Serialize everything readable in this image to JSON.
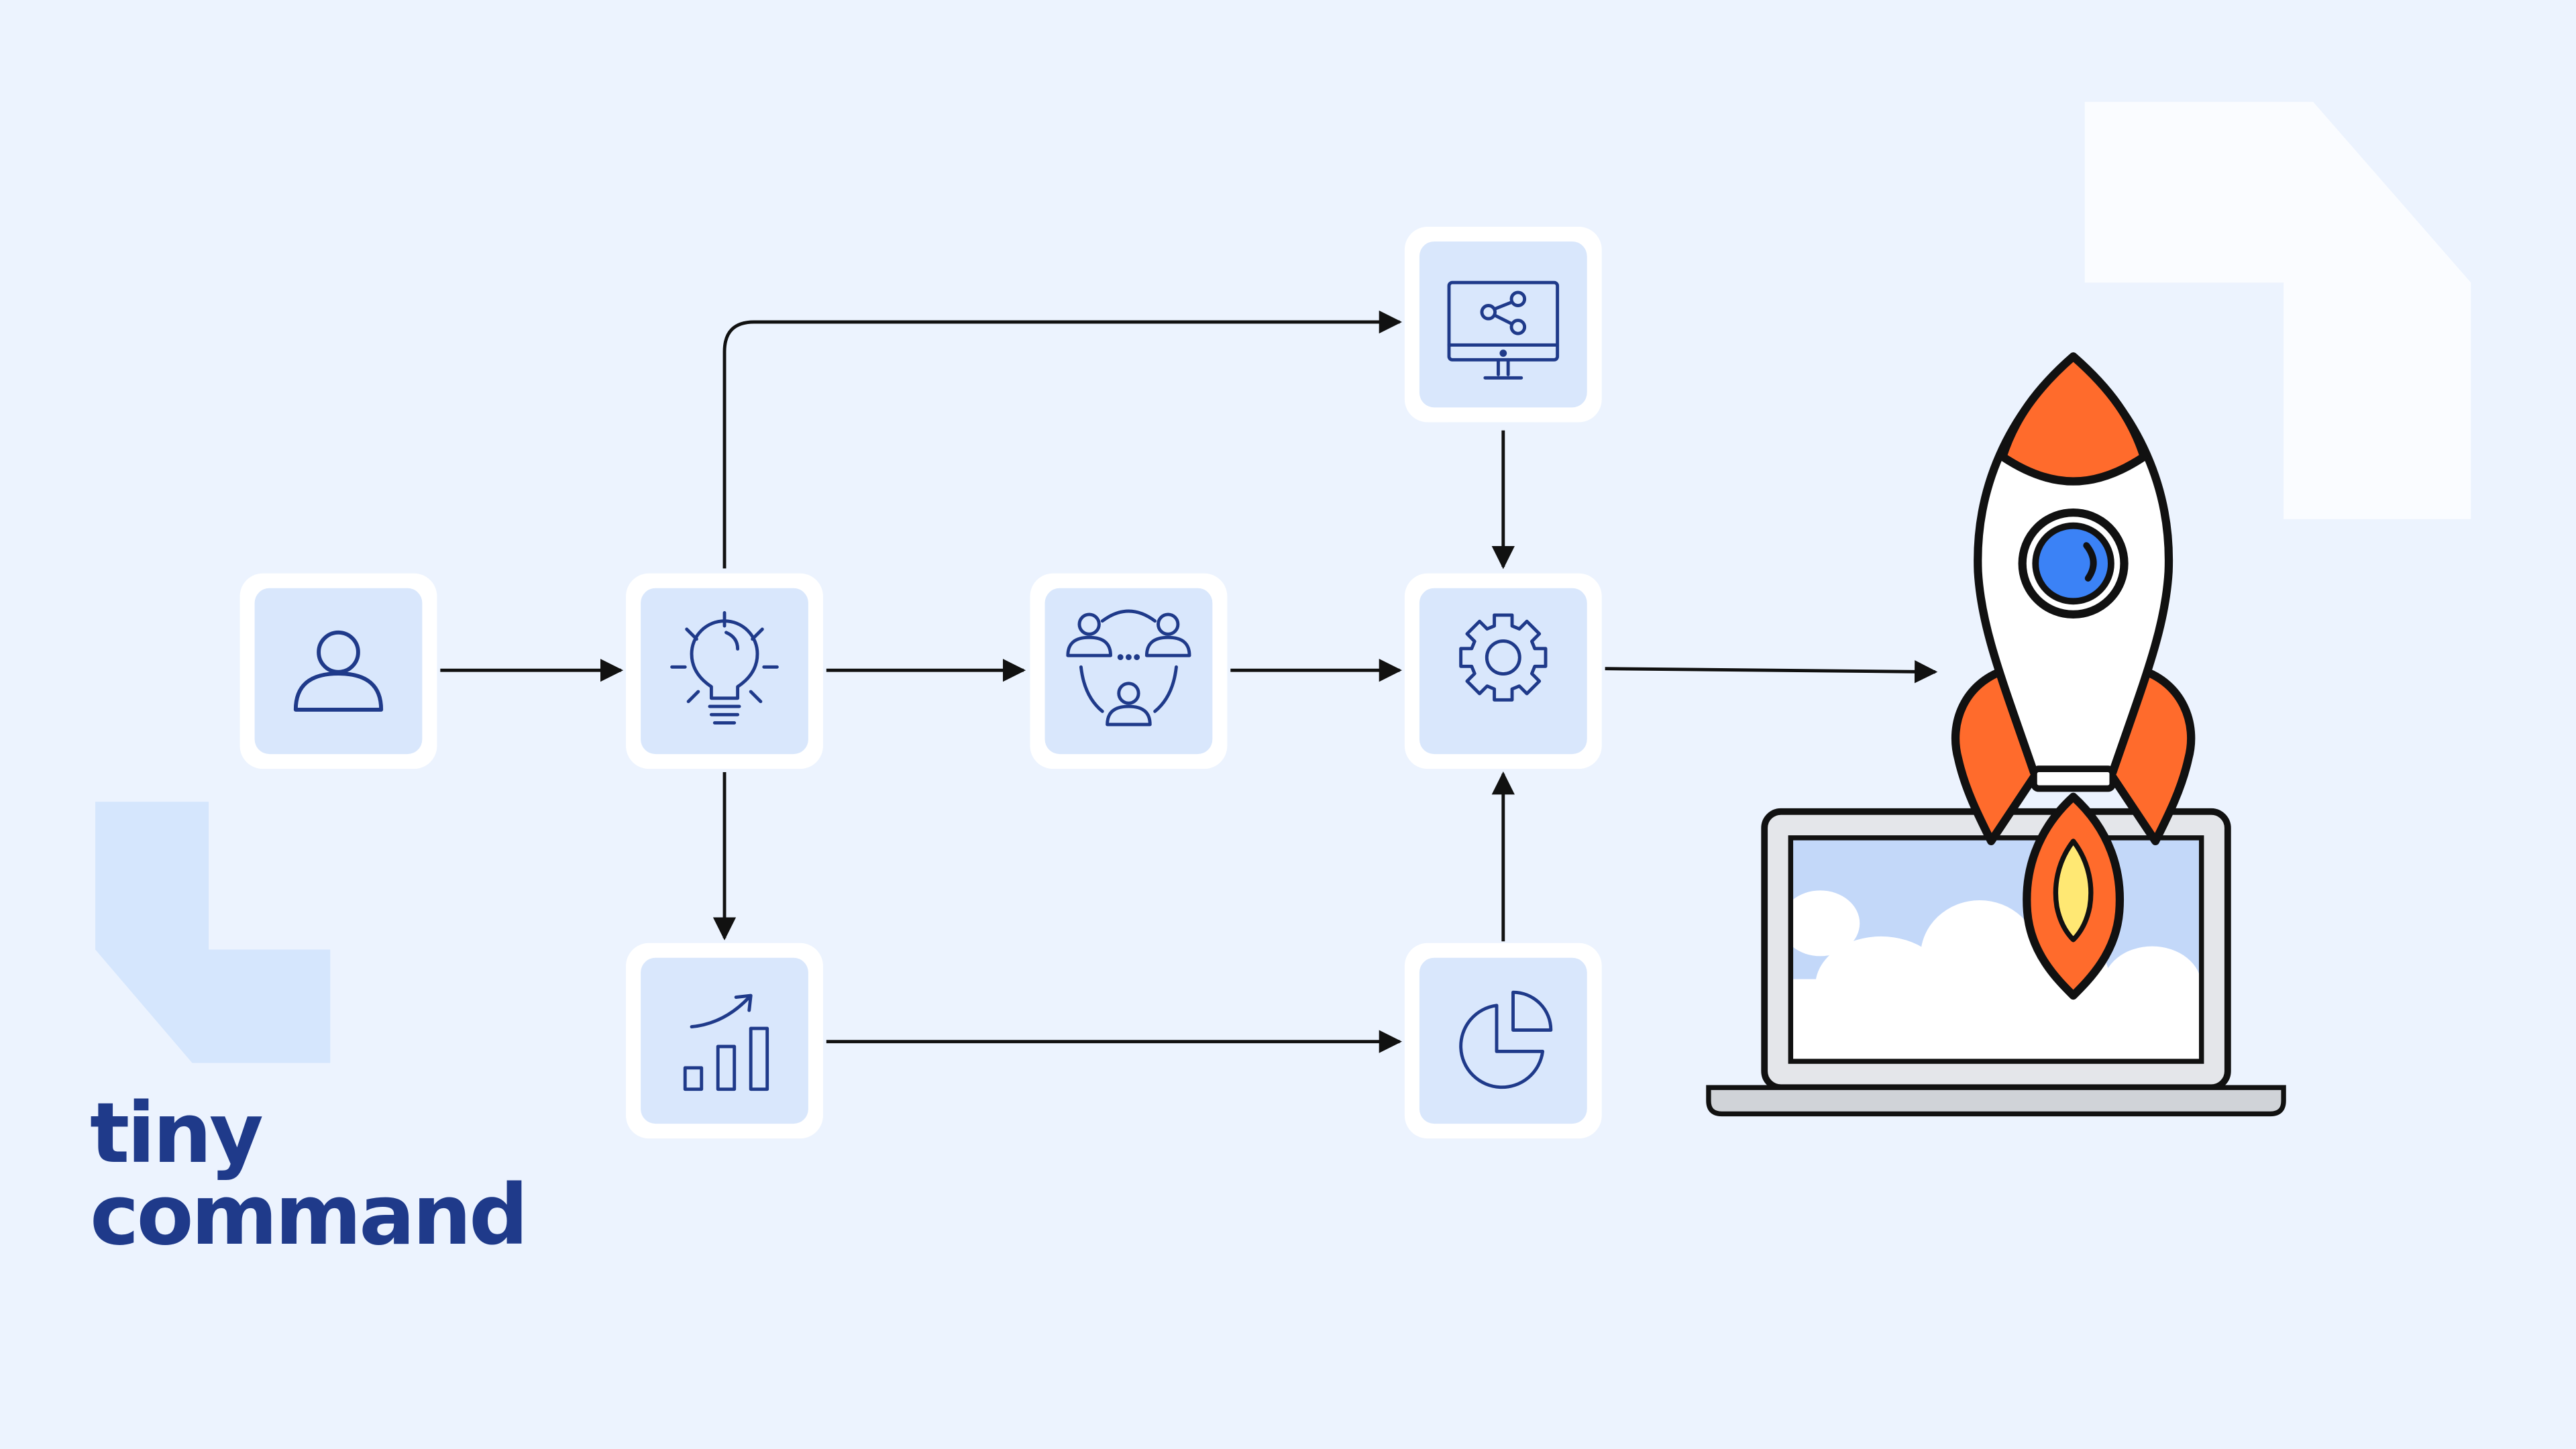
{
  "brand": {
    "line1": "tiny",
    "line2": "command"
  },
  "colors": {
    "background": "#ecf3fe",
    "node_fill": "#d9e7fc",
    "node_border": "#ffffff",
    "icon_stroke": "#1f3a8a",
    "arrow": "#111111",
    "brand": "#1f3a8a",
    "rocket_orange": "#ff6b2c",
    "rocket_window": "#3b82f6",
    "flame_yellow": "#ffe873"
  },
  "nodes": [
    {
      "id": "user",
      "icon": "user-icon"
    },
    {
      "id": "idea",
      "icon": "lightbulb-icon"
    },
    {
      "id": "collaboration",
      "icon": "team-network-icon"
    },
    {
      "id": "settings",
      "icon": "gear-icon"
    },
    {
      "id": "share",
      "icon": "monitor-share-icon"
    },
    {
      "id": "growth",
      "icon": "growth-chart-icon"
    },
    {
      "id": "analytics",
      "icon": "pie-chart-icon"
    }
  ],
  "edges": [
    {
      "from": "user",
      "to": "idea"
    },
    {
      "from": "idea",
      "to": "collaboration"
    },
    {
      "from": "collaboration",
      "to": "settings"
    },
    {
      "from": "idea",
      "to": "share"
    },
    {
      "from": "idea",
      "to": "growth"
    },
    {
      "from": "share",
      "to": "settings"
    },
    {
      "from": "growth",
      "to": "analytics"
    },
    {
      "from": "analytics",
      "to": "settings"
    },
    {
      "from": "settings",
      "to": "launch"
    }
  ],
  "illustration": {
    "name": "rocket-launch",
    "parts": [
      "rocket-icon",
      "laptop-icon",
      "cloud-icon"
    ]
  }
}
